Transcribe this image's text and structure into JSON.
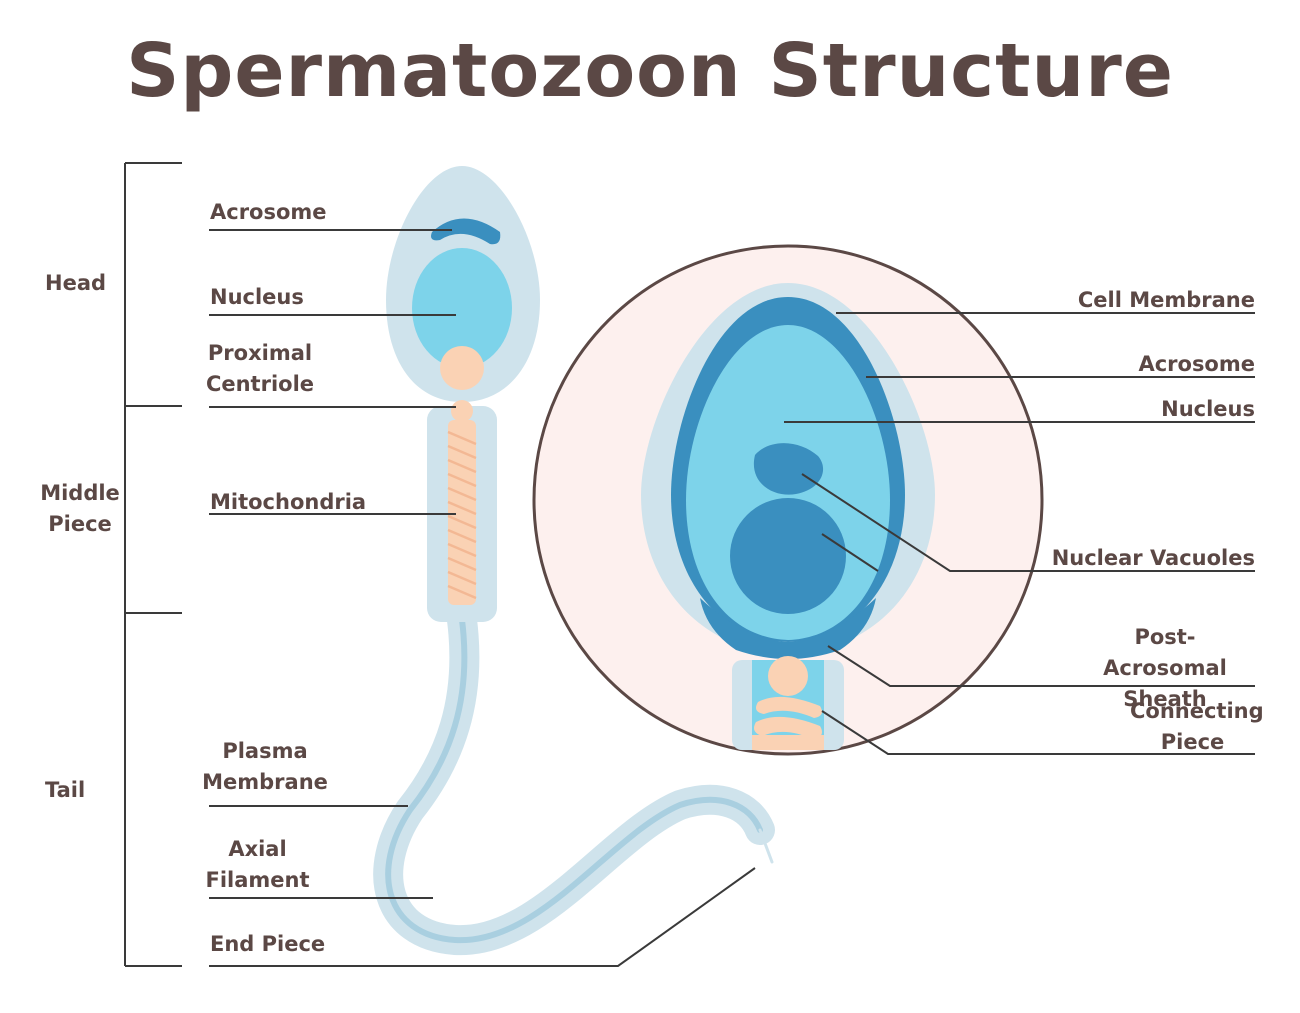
{
  "title": "Spermatozoon Structure",
  "sections": {
    "head": "Head",
    "middle_piece": "Middle\nPiece",
    "tail": "Tail"
  },
  "left_labels": {
    "acrosome": "Acrosome",
    "nucleus": "Nucleus",
    "proximal_centriole": "Proximal\nCentriole",
    "mitochondria": "Mitochondria",
    "plasma_membrane": "Plasma\nMembrane",
    "axial_filament": "Axial\nFilament",
    "end_piece": "End Piece"
  },
  "right_labels": {
    "cell_membrane": "Cell Membrane",
    "acrosome": "Acrosome",
    "nucleus": "Nucleus",
    "nuclear_vacuoles": "Nuclear Vacuoles",
    "post_acrosomal_sheath": "Post-Acrosomal\nSheath",
    "connecting_piece": "Connecting\nPiece"
  },
  "colors": {
    "text": "#5b4845",
    "line": "#3a3a3a",
    "membrane": "#cfe3ec",
    "nucleus_light": "#7dd3ea",
    "nucleus_mid": "#5bbde0",
    "acrosome_dark": "#3a8fbf",
    "peach": "#fad2b4",
    "circle_fill": "#fdf0ee",
    "circle_border": "#5b4845"
  }
}
